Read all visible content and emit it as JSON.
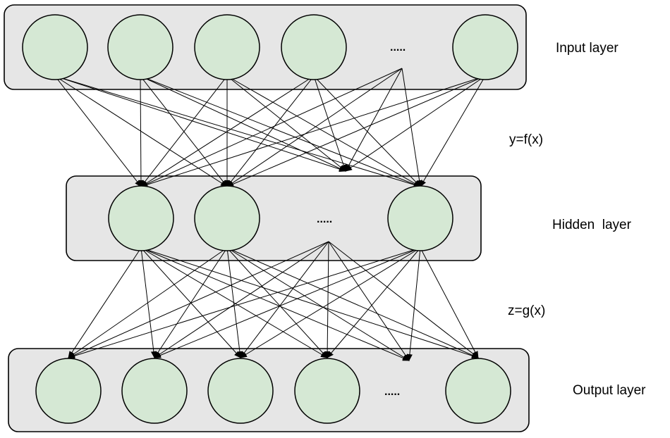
{
  "colors": {
    "node_fill": "#d5e8d4",
    "layer_fill": "#e6e6e6",
    "stroke": "#000000"
  },
  "layers": {
    "input": {
      "label": "Input layer",
      "ellipsis": ".....",
      "node_count": 5
    },
    "hidden": {
      "label": "Hidden  layer",
      "ellipsis": ".....",
      "node_count": 3
    },
    "output": {
      "label": "Output layer",
      "ellipsis": ".....",
      "node_count": 5
    }
  },
  "functions": {
    "input_to_hidden": "y=f(x)",
    "hidden_to_output": "z=g(x)"
  }
}
